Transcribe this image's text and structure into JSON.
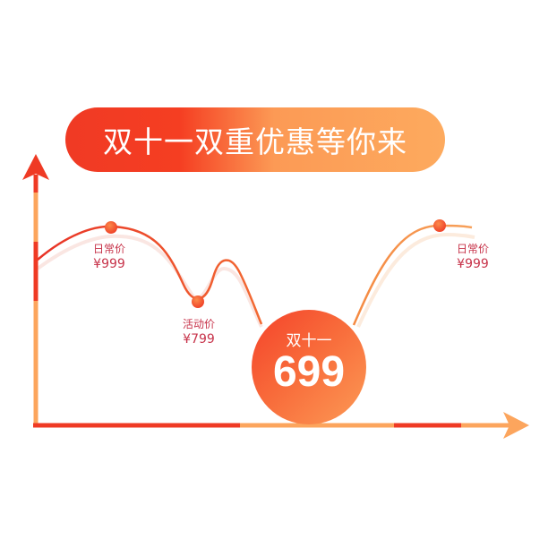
{
  "banner": {
    "title": "双十一双重优惠等你来"
  },
  "points": [
    {
      "label": "日常价",
      "price": "¥999"
    },
    {
      "label": "活动价",
      "price": "¥799"
    },
    {
      "label": "日常价",
      "price": "¥999"
    }
  ],
  "badge": {
    "title": "双十一",
    "price": "699"
  },
  "colors": {
    "red": "#f03a24",
    "orange": "#fdaa5e",
    "label": "#c7334a"
  }
}
